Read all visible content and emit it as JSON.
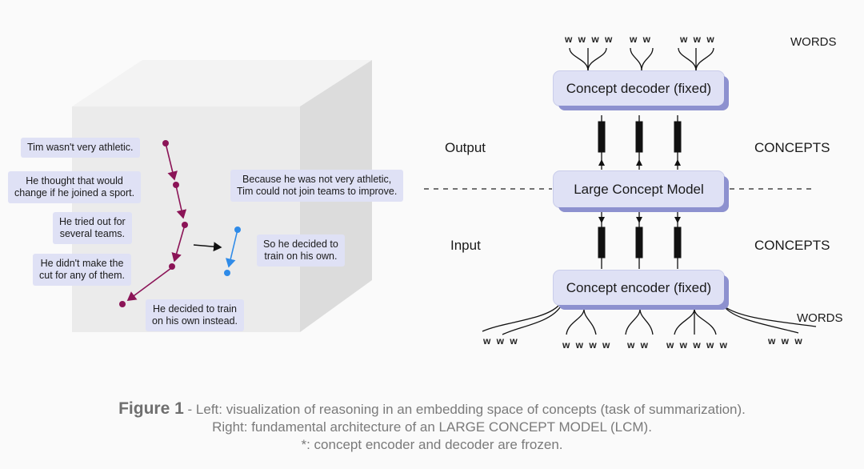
{
  "left_panel": {
    "story": [
      "Tim wasn't very athletic.",
      "He thought that would\nchange if he joined a sport.",
      "He tried out for\nseveral teams.",
      "He didn't make the\ncut for any of them.",
      "He decided to train\non his own instead."
    ],
    "summary": [
      "Because he was not very athletic,\nTim could not join teams to improve.",
      "So he decided to\ntrain on his own."
    ],
    "colors": {
      "story_path": "#8b1457",
      "summary_path": "#2f8be8",
      "bubble": "#dfe1f5",
      "cube": "#ececec"
    }
  },
  "right_panel": {
    "decoder_label": "Concept decoder (fixed)",
    "lcm_label": "Large Concept Model",
    "encoder_label": "Concept encoder (fixed)",
    "output_label": "Output",
    "input_label": "Input",
    "concepts_label_top": "CONCEPTS",
    "concepts_label_bottom": "CONCEPTS",
    "words_label_top": "WORDS",
    "words_label_bottom": "WORDS",
    "top_word_groups": [
      "w w w w",
      "w w",
      "w w w"
    ],
    "bottom_word_groups": [
      "w w w",
      "w w w w",
      "w w",
      "w w w w w",
      "w w w"
    ],
    "colors": {
      "box": "#dfe1f5",
      "box_shadow": "#8d91cf"
    }
  },
  "caption": {
    "figure_label": "Figure 1",
    "line1": " - Left: visualization of reasoning in an embedding space of concepts (task of summarization).",
    "line2": "Right: fundamental architecture of an LARGE CONCEPT MODEL (LCM).",
    "line3": "*: concept encoder and decoder are frozen."
  }
}
